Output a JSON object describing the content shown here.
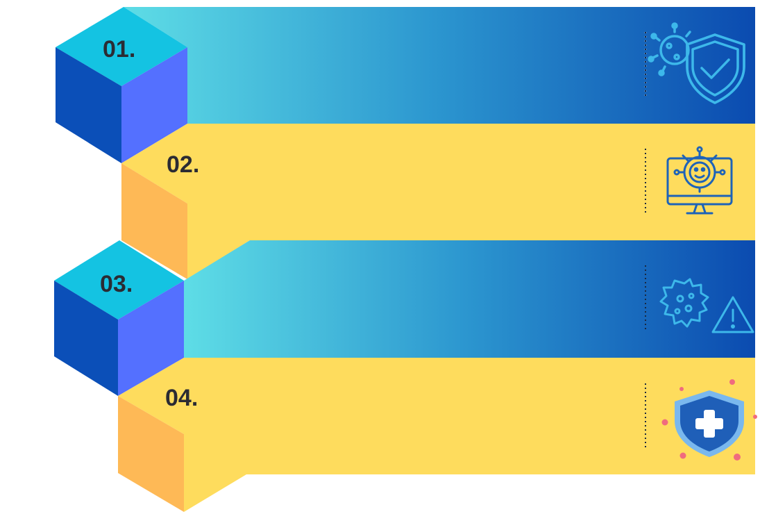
{
  "steps": [
    {
      "label": "01.",
      "icon": "virus-shield-check-icon",
      "theme": "blue"
    },
    {
      "label": "02.",
      "icon": "computer-virus-monitor-icon",
      "theme": "yellow"
    },
    {
      "label": "03.",
      "icon": "virus-warning-icon",
      "theme": "blue"
    },
    {
      "label": "04.",
      "icon": "medical-shield-cross-icon",
      "theme": "yellow"
    }
  ],
  "colors": {
    "blue_band_start": "#5edde6",
    "blue_band_end": "#0b4bb0",
    "cube_blue_top": "#14c3e2",
    "cube_blue_left": "#0b4fb8",
    "cube_blue_right": "#5470ff",
    "yellow_band": "#fedc5d",
    "cube_yellow_left": "#feb956",
    "icon_blue": "#3db8ea",
    "icon_dark_blue": "#1e63b8",
    "number_text": "#2b2b33",
    "germ_red": "#f06b7e"
  }
}
